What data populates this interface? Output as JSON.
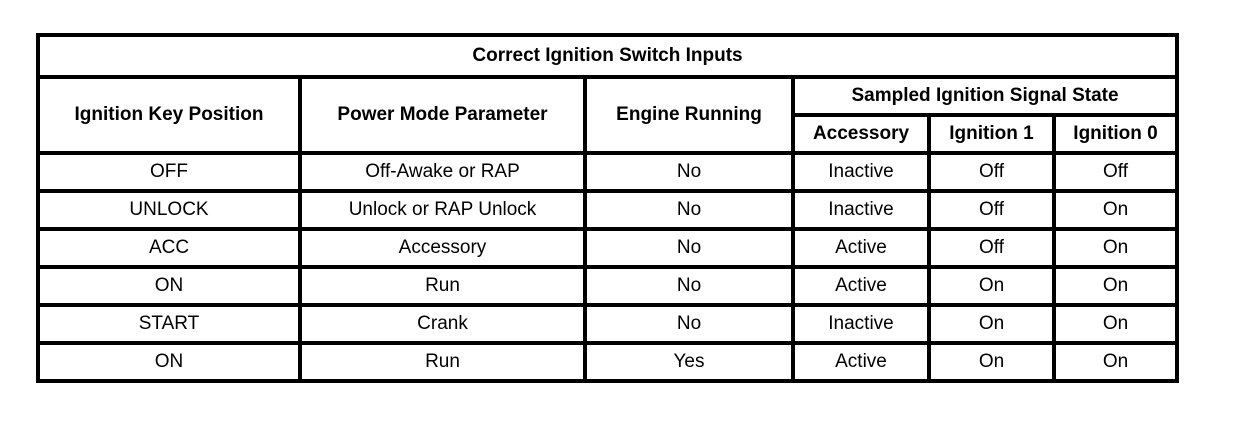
{
  "table": {
    "title": "Correct Ignition Switch Inputs",
    "columns": {
      "key_position": "Ignition Key Position",
      "power_mode": "Power Mode Parameter",
      "engine_running": "Engine Running",
      "sampled_group": "Sampled Ignition Signal State",
      "accessory": "Accessory",
      "ignition1": "Ignition 1",
      "ignition0": "Ignition 0"
    },
    "rows": [
      [
        "OFF",
        "Off-Awake or RAP",
        "No",
        "Inactive",
        "Off",
        "Off"
      ],
      [
        "UNLOCK",
        "Unlock or RAP Unlock",
        "No",
        "Inactive",
        "Off",
        "On"
      ],
      [
        "ACC",
        "Accessory",
        "No",
        "Active",
        "Off",
        "On"
      ],
      [
        "ON",
        "Run",
        "No",
        "Active",
        "On",
        "On"
      ],
      [
        "START",
        "Crank",
        "No",
        "Inactive",
        "On",
        "On"
      ],
      [
        "ON",
        "Run",
        "Yes",
        "Active",
        "On",
        "On"
      ]
    ],
    "colors": {
      "border": "#000000",
      "text": "#000000",
      "background": "#ffffff"
    }
  }
}
